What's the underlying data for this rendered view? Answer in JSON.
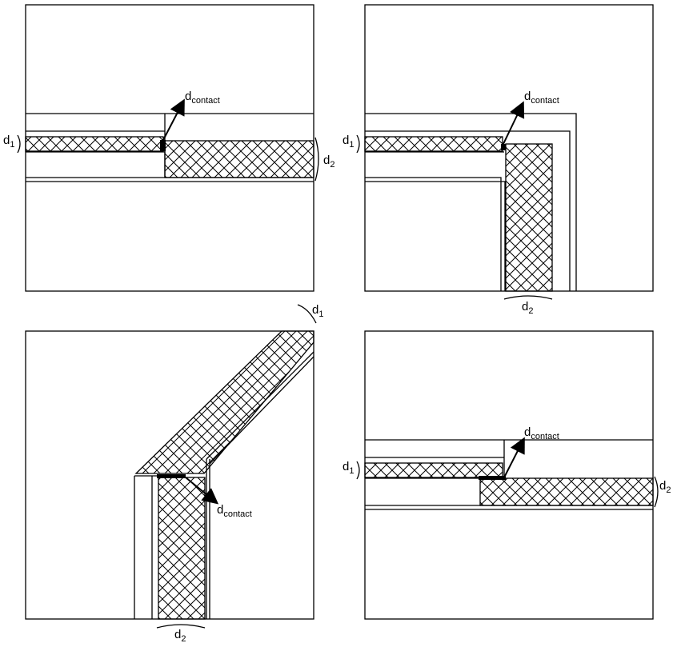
{
  "panels": [
    {
      "id": "top-left",
      "labels": {
        "d1_base": "d",
        "d1_sub": "1",
        "d2_base": "d",
        "d2_sub": "2",
        "contact_base": "d",
        "contact_sub": "contact"
      }
    },
    {
      "id": "top-right",
      "labels": {
        "d1_base": "d",
        "d1_sub": "1",
        "d2_base": "d",
        "d2_sub": "2",
        "contact_base": "d",
        "contact_sub": "contact"
      }
    },
    {
      "id": "bottom-left",
      "labels": {
        "d1_base": "d",
        "d1_sub": "1",
        "d2_base": "d",
        "d2_sub": "2",
        "contact_base": "d",
        "contact_sub": "contact"
      }
    },
    {
      "id": "bottom-right",
      "labels": {
        "d1_base": "d",
        "d1_sub": "1",
        "d2_base": "d",
        "d2_sub": "2",
        "contact_base": "d",
        "contact_sub": "contact"
      }
    }
  ],
  "colors": {
    "stroke": "#000000",
    "background": "#ffffff"
  }
}
